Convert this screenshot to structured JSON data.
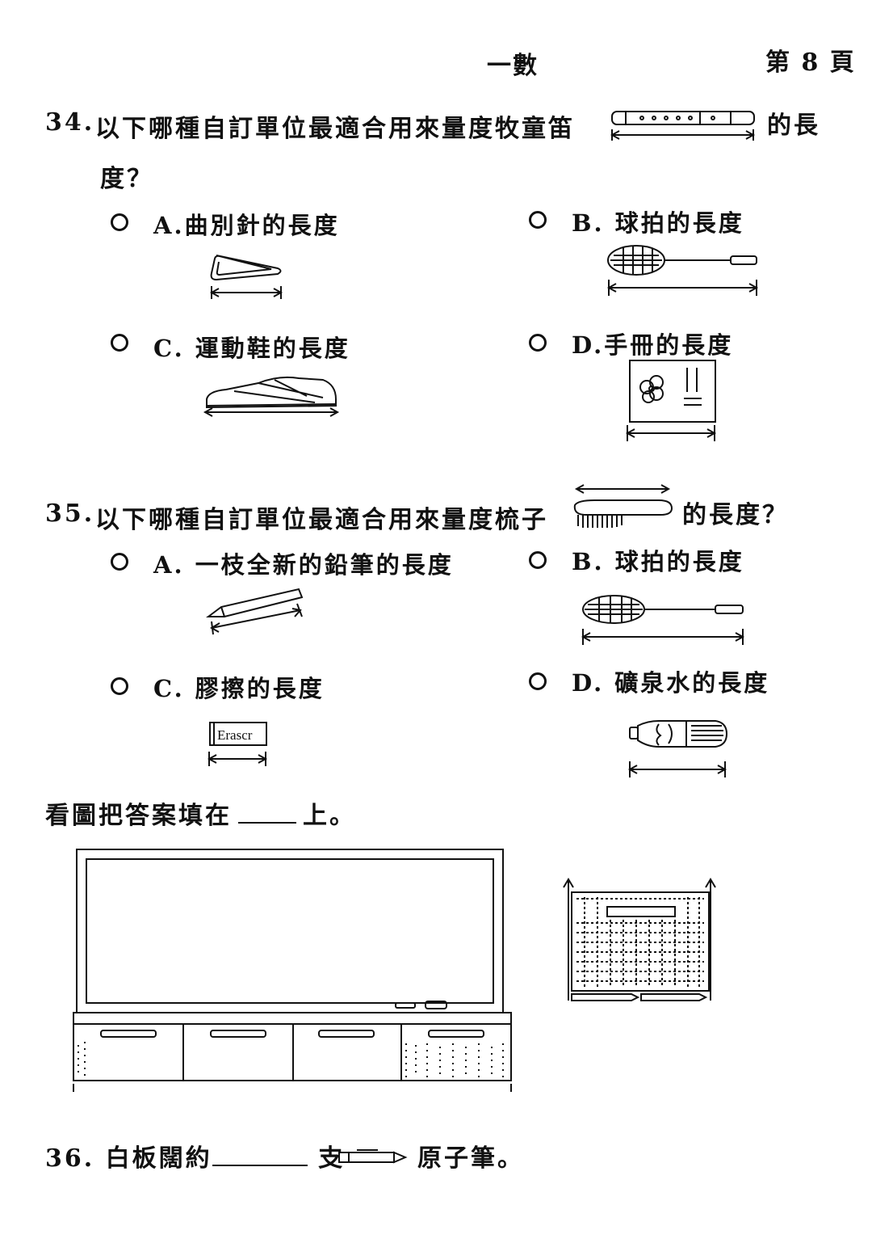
{
  "header": {
    "subject": "一數",
    "page": "第 8 頁"
  },
  "q34": {
    "number": "34.",
    "text": "以下哪種自訂單位最適合用來量度牧童笛",
    "text_after": "的長",
    "text_line2": "度？",
    "options": [
      {
        "label": "A.曲別針的長度",
        "icon": "paperclip-icon"
      },
      {
        "label": "B. 球拍的長度",
        "icon": "racket-icon"
      },
      {
        "label": "C. 運動鞋的長度",
        "icon": "shoe-icon"
      },
      {
        "label": "D.手冊的長度",
        "icon": "handbook-icon"
      }
    ]
  },
  "q35": {
    "number": "35.",
    "text": "以下哪種自訂單位最適合用來量度梳子",
    "text_after": "的長度？",
    "options": [
      {
        "label": "A. 一枝全新的鉛筆的長度",
        "icon": "pencil-icon"
      },
      {
        "label": "B. 球拍的長度",
        "icon": "racket-icon"
      },
      {
        "label": "C. 膠擦的長度",
        "icon": "eraser-icon",
        "eraser_text": "Erascr"
      },
      {
        "label": "D. 礦泉水的長度",
        "icon": "bottle-icon"
      }
    ]
  },
  "instruction": {
    "before": "看圖把答案填在",
    "after": "上。"
  },
  "q36": {
    "number": "36.",
    "before": "白板闊約",
    "middle": "支",
    "after": "原子筆。"
  }
}
